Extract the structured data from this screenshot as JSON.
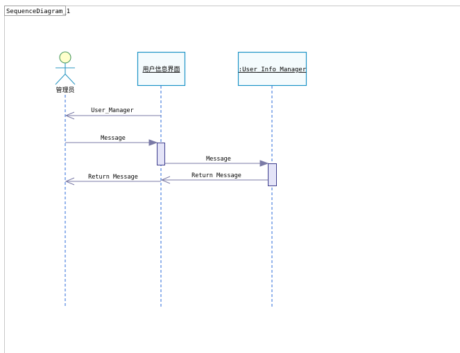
{
  "frame": {
    "label": "SequenceDiagram_1"
  },
  "actor": {
    "name": "管理员"
  },
  "lifelines": [
    {
      "name": "用户信息界面"
    },
    {
      "name": ":User_Info_Manager"
    }
  ],
  "messages": [
    {
      "label": "User_Manager",
      "from": "用户信息界面",
      "to": "管理员",
      "kind": "return"
    },
    {
      "label": "Message",
      "from": "管理员",
      "to": "用户信息界面",
      "kind": "sync"
    },
    {
      "label": "Message",
      "from": "用户信息界面",
      "to": ":User_Info_Manager",
      "kind": "sync"
    },
    {
      "label": "Return Message",
      "from": ":User_Info_Manager",
      "to": "用户信息界面",
      "kind": "return"
    },
    {
      "label": "Return Message",
      "from": "用户信息界面",
      "to": "管理员",
      "kind": "return"
    }
  ],
  "colors": {
    "lifeline_border": "#1b93c6",
    "lifeline_dash": "#2a6ad8",
    "message_line": "#7a7aa6",
    "activation_fill": "#e4e4f8",
    "actor_head_fill": "#ffffcc"
  }
}
